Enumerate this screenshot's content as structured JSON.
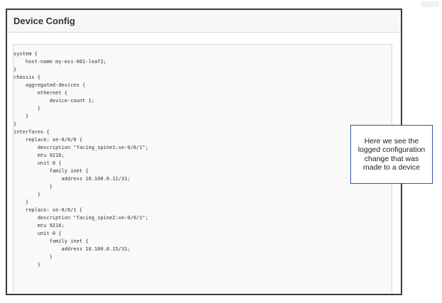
{
  "panel": {
    "title": "Device Config"
  },
  "config_lines": [
    "system {",
    "    host-name my-esi-001-leaf2;",
    "}",
    "chassis {",
    "    aggregated-devices {",
    "        ethernet {",
    "            device-count 1;",
    "        }",
    "    }",
    "}",
    "interfaces {",
    "    replace: xe-0/0/0 {",
    "        description \"facing_spine1:xe-0/0/1\";",
    "        mtu 9216;",
    "        unit 0 {",
    "            family inet {",
    "                address 10.100.0.11/31;",
    "            }",
    "        }",
    "    }",
    "    replace: xe-0/0/1 {",
    "        description \"facing_spine2:xe-0/0/1\";",
    "        mtu 9216;",
    "        unit 0 {",
    "            family inet {",
    "                address 10.100.0.15/31;",
    "            }",
    "        }"
  ],
  "callout": {
    "text": "Here we see the logged configuration change that was made to a device"
  }
}
